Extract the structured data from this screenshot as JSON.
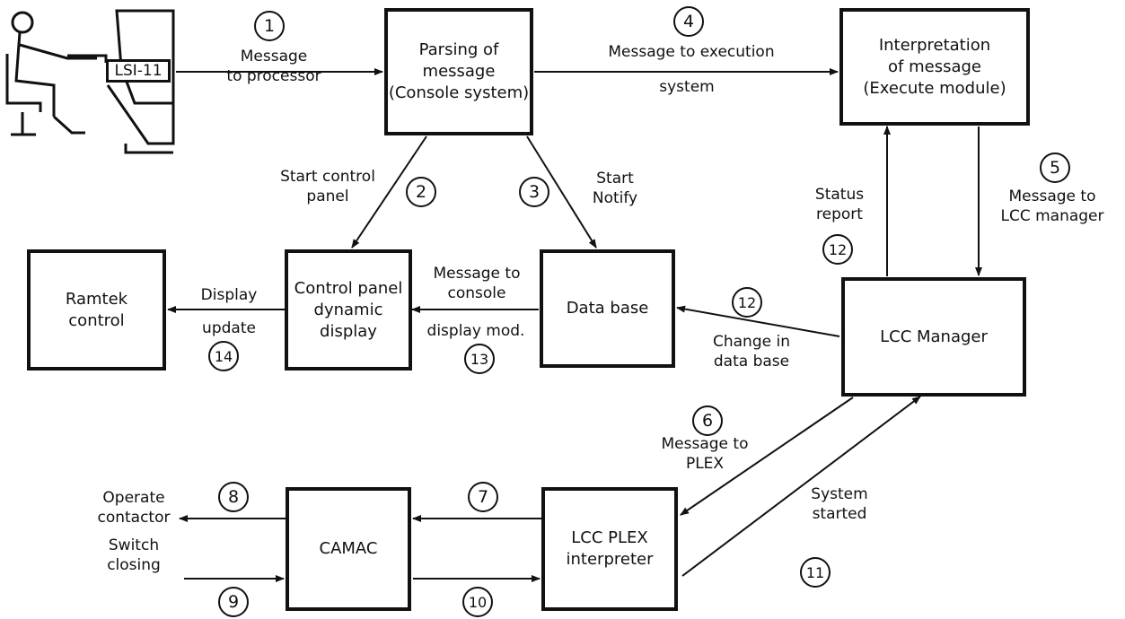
{
  "boxes": {
    "parsing": "Parsing of\nmessage\n(Console system)",
    "interpretation": "Interpretation\nof message\n(Execute module)",
    "ramtek": "Ramtek\ncontrol",
    "control_panel": "Control panel\ndynamic\ndisplay",
    "data_base": "Data base",
    "lcc_manager": "LCC  Manager",
    "camac": "CAMAC",
    "lcc_plex": "LCC  PLEX\ninterpreter"
  },
  "terminal_label": "LSI-11",
  "labels": {
    "message_to_processor": "Message\nto processor",
    "message_to_execution": "Message  to  execution",
    "execution_system": "system",
    "start_control_panel": "Start control\npanel",
    "start_notify": "Start\nNotify",
    "status_report": "Status\nreport",
    "message_to_lcc_manager": "Message to\nLCC manager",
    "display_update_1": "Display",
    "display_update_2": "update",
    "message_to_console": "Message to\nconsole",
    "display_mod": "display mod.",
    "change_in_data_base": "Change in\ndata base",
    "message_to_plex": "Message to\nPLEX",
    "system_started": "System\nstarted",
    "operate_contactor": "Operate\ncontactor",
    "switch_closing": "Switch\nclosing"
  },
  "steps": {
    "s1": "1",
    "s2": "2",
    "s3": "3",
    "s4": "4",
    "s5": "5",
    "s6": "6",
    "s7": "7",
    "s8": "8",
    "s9": "9",
    "s10": "10",
    "s11": "11",
    "s12a": "12",
    "s12b": "12",
    "s13": "13",
    "s14": "14"
  }
}
